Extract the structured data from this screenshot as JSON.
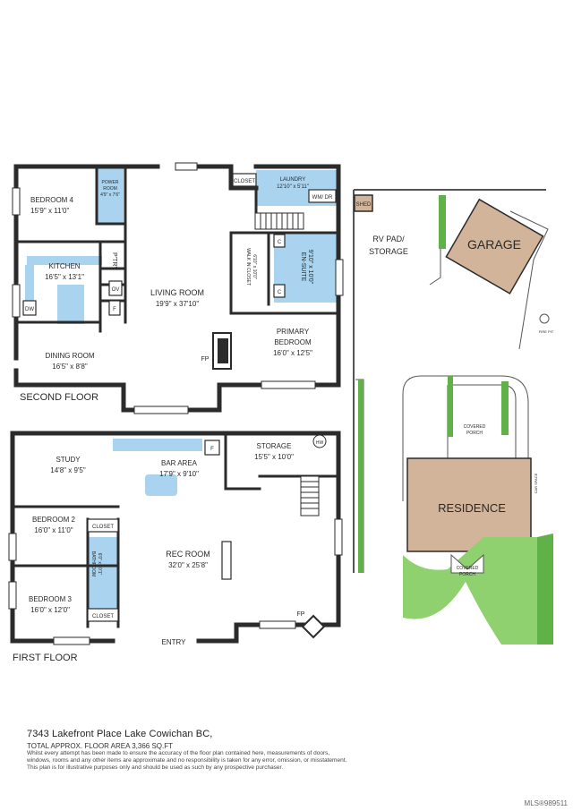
{
  "floors": {
    "second": {
      "label": "SECOND FLOOR",
      "rooms": [
        {
          "id": "bedroom4",
          "name": "BEDROOM 4",
          "dim": "15'9\" x 11'0\""
        },
        {
          "id": "power",
          "name": "POWER",
          "name2": "ROOM",
          "dim": "4'9\" x 7'6\""
        },
        {
          "id": "kitchen",
          "name": "KITCHEN",
          "dim": "16'5\" x 13'1\""
        },
        {
          "id": "pantry",
          "name": "P'TRY"
        },
        {
          "id": "living",
          "name": "LIVING ROOM",
          "dim": "19'9\" x 37'10\""
        },
        {
          "id": "laundry",
          "name": "LAUNDRY",
          "dim": "12'10\" x 5'11\""
        },
        {
          "id": "closet2",
          "name": "CLOSET"
        },
        {
          "id": "wmdr",
          "name": "WM/ DR"
        },
        {
          "id": "walkin",
          "name": "WALK IN CLOSET",
          "dim": "6'10\" x 10'0\""
        },
        {
          "id": "ensuite",
          "name": "EN-SUITE",
          "dim": "9'10\" x 10'0\""
        },
        {
          "id": "primary",
          "name": "PRIMARY",
          "name2": "BEDROOM",
          "dim": "16'0\" x 12'5\""
        },
        {
          "id": "dining",
          "name": "DINING ROOM",
          "dim": "16'5\" x 8'8\""
        }
      ],
      "marks": {
        "dw": "DW",
        "ov": "OV",
        "f": "F",
        "fp": "FP",
        "c": "C"
      }
    },
    "first": {
      "label": "FIRST FLOOR",
      "rooms": [
        {
          "id": "study",
          "name": "STUDY",
          "dim": "14'8\" x 9'5\""
        },
        {
          "id": "bar",
          "name": "BAR AREA",
          "dim": "17'9\" x 9'10\""
        },
        {
          "id": "storage",
          "name": "STORAGE",
          "dim": "15'5\" x 10'0\""
        },
        {
          "id": "bedroom2",
          "name": "BEDROOM 2",
          "dim": "16'0\" x 11'0\""
        },
        {
          "id": "bathroom",
          "name": "BATHROOM",
          "dim": "6'0\" x 10'1\""
        },
        {
          "id": "rec",
          "name": "REC ROOM",
          "dim": "32'0\" x 25'8\""
        },
        {
          "id": "bedroom3",
          "name": "BEDROOM 3",
          "dim": "16'0\" x 12'0\""
        },
        {
          "id": "entry",
          "name": "ENTRY"
        }
      ],
      "marks": {
        "closet": "CLOSET",
        "f": "F",
        "fp": "FP",
        "hw": "HW"
      }
    }
  },
  "site": {
    "shed": "SHED",
    "rvpad": "RV PAD/",
    "rvpad2": "STORAGE",
    "garage": "GARAGE",
    "residence": "RESIDENCE",
    "covered_porch": "COVERED",
    "covered_porch2": "PORCH",
    "fire_pit": "FIRE PIT",
    "car_space": "CAR SPACE"
  },
  "colors": {
    "wall": "#2b2b2b",
    "fixture_blue": "#a9d3ee",
    "building_tan": "#d2b49a",
    "lawn_green": "#8fd16f",
    "bush_green": "#5fb148"
  },
  "footer": {
    "address": "7343 Lakefront Place Lake Cowichan BC,",
    "area": "TOTAL APPROX. FLOOR AREA 3,366 SQ.FT",
    "disclaimer": "Whilst every attempt has been made to ensure the accuracy of the floor plan contained here, measurements of doors, windows, rooms and any other items are approximate and no responsibility is taken for any error, omission, or misstatement. This plan is for illustrative purposes only and should be used as such by any prospective purchaser.",
    "mls": "MLS®989511"
  }
}
